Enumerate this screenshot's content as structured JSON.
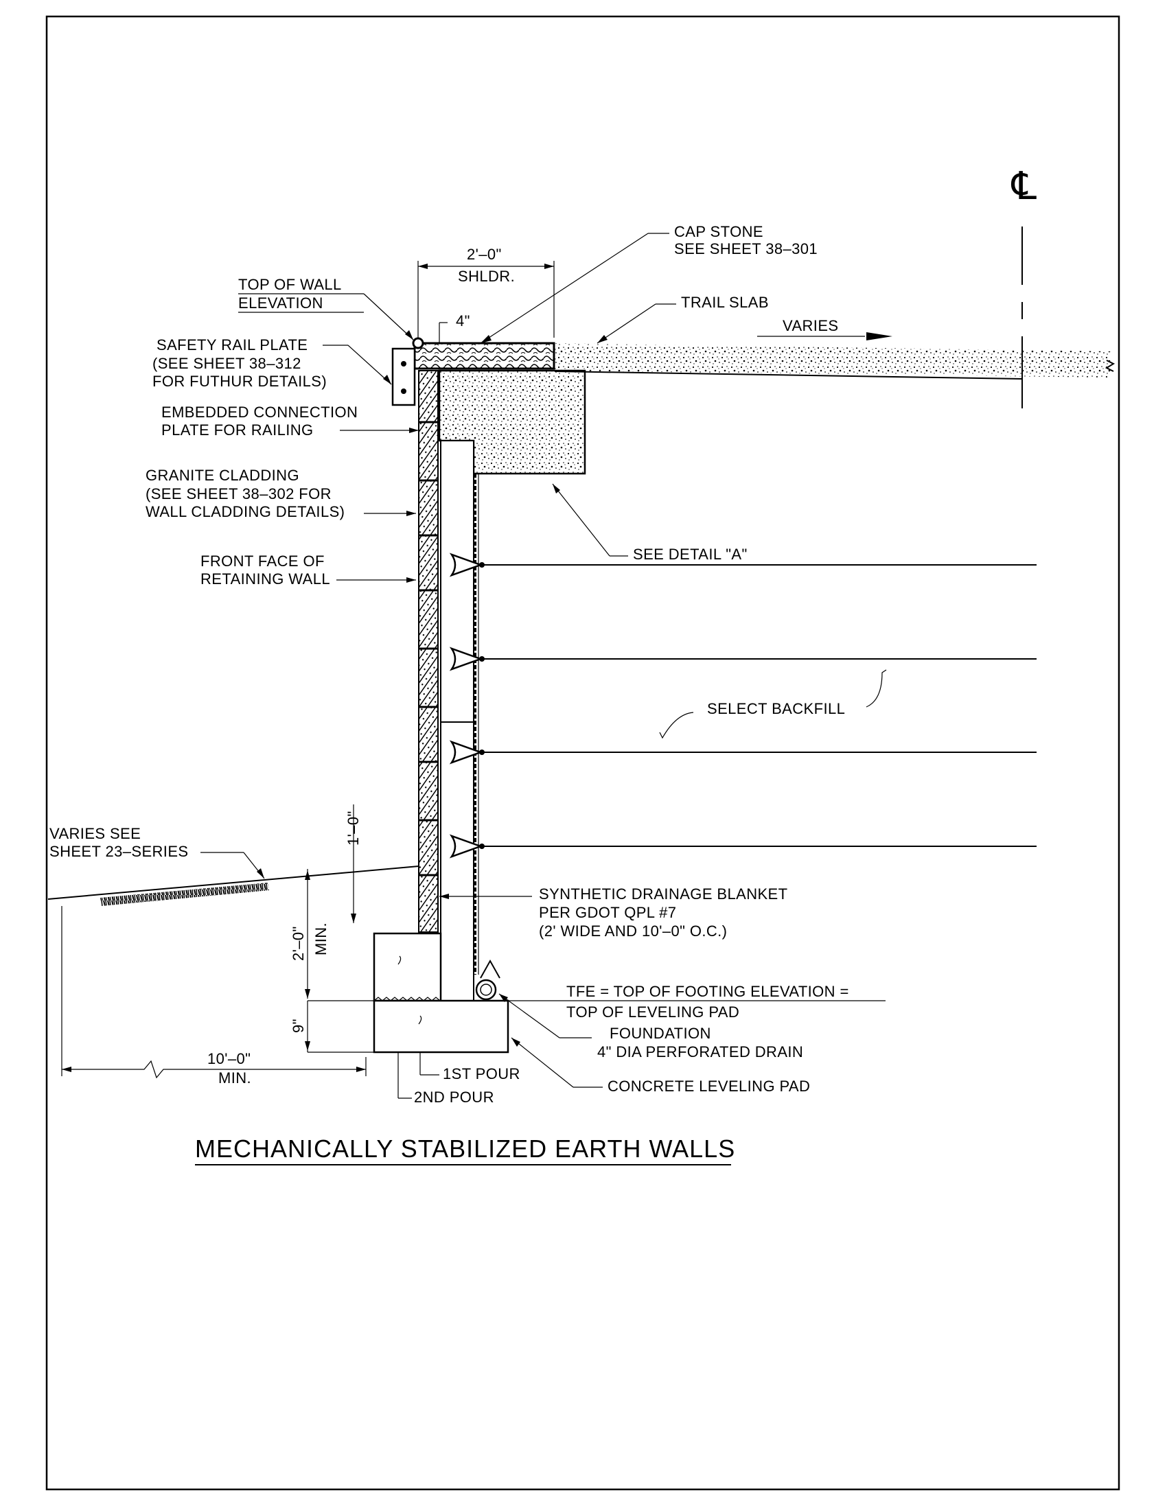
{
  "drawing": {
    "title": "MECHANICALLY STABILIZED EARTH WALLS",
    "centerline_symbol": "℄"
  },
  "labels": {
    "cap_stone": [
      "CAP STONE",
      "SEE SHEET 38–301"
    ],
    "top_of_wall": [
      "TOP OF WALL",
      "ELEVATION"
    ],
    "trail_slab": "TRAIL SLAB",
    "varies_top": "VARIES",
    "safety_rail": [
      "SAFETY RAIL PLATE",
      "(SEE SHEET 38–312",
      "FOR FUTHUR DETAILS)"
    ],
    "embedded_plate": [
      "EMBEDDED CONNECTION",
      "PLATE FOR RAILING"
    ],
    "granite": [
      "GRANITE CLADDING",
      "(SEE SHEET 38–302 FOR",
      "WALL CLADDING DETAILS)"
    ],
    "front_face": [
      "FRONT FACE OF",
      "RETAINING WALL"
    ],
    "see_detail": "SEE DETAIL \"A\"",
    "select_backfill": "SELECT BACKFILL",
    "varies_see": [
      "VARIES SEE",
      "SHEET 23–SERIES"
    ],
    "drainage": [
      "SYNTHETIC DRAINAGE BLANKET",
      "PER GDOT QPL #7",
      "(2' WIDE AND 10'–0\" O.C.)"
    ],
    "tfe": [
      "TFE = TOP OF FOOTING ELEVATION =",
      "TOP OF LEVELING PAD"
    ],
    "foundation": [
      "FOUNDATION",
      "4\" DIA PERFORATED DRAIN"
    ],
    "leveling_pad": "CONCRETE LEVELING PAD",
    "first_pour": "1ST POUR",
    "second_pour": "2ND POUR"
  },
  "dimensions": {
    "shoulder": [
      "2'–0\"",
      "SHLDR."
    ],
    "four_inch": "4\"",
    "one_ft": "1'–0\"",
    "two_ft": "2'–0\"",
    "min": "MIN.",
    "nine_in": "9\"",
    "ten_ft": "10'–0\"",
    "ten_ft_min": "MIN."
  }
}
